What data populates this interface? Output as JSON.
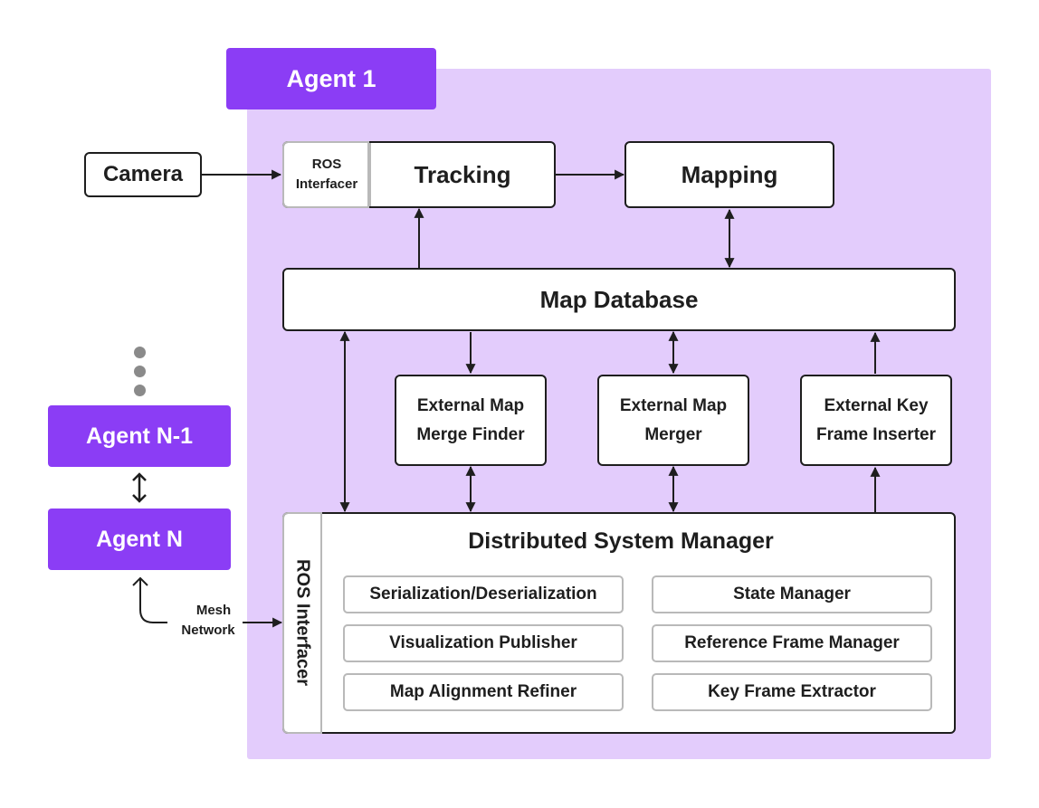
{
  "agent1": {
    "label": "Agent 1"
  },
  "camera": {
    "label": "Camera"
  },
  "ros_top": {
    "line1": "ROS",
    "line2": "Interfacer"
  },
  "tracking": {
    "label": "Tracking"
  },
  "mapping": {
    "label": "Mapping"
  },
  "map_database": {
    "label": "Map Database"
  },
  "ext_merge_finder": {
    "line1": "External Map",
    "line2": "Merge Finder"
  },
  "ext_merger": {
    "line1": "External Map",
    "line2": "Merger"
  },
  "ext_kf_inserter": {
    "line1": "External Key",
    "line2": "Frame Inserter"
  },
  "dsm": {
    "title": "Distributed System Manager",
    "ros_label": "ROS Interfacer",
    "modules": [
      "Serialization/Deserialization",
      "State Manager",
      "Visualization Publisher",
      "Reference Frame Manager",
      "Map Alignment Refiner",
      "Key Frame Extractor"
    ]
  },
  "agents": {
    "n_minus_1": "Agent N-1",
    "n": "Agent N"
  },
  "mesh": {
    "line1": "Mesh",
    "line2": "Network"
  },
  "colors": {
    "agent_region": "#e3ccfc",
    "agent_tag": "#8b3df5",
    "stroke": "#1e1e1e",
    "module_border": "#b9b9b9",
    "dots": "#8a8a8a"
  }
}
